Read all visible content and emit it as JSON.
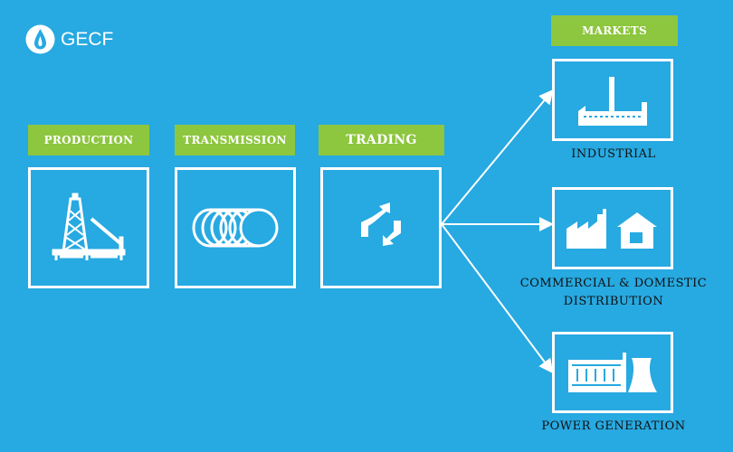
{
  "logo": {
    "text": "GECF"
  },
  "stages": [
    {
      "label": "PRODUCTION",
      "icon": "oil-rig-icon"
    },
    {
      "label": "TRANSMISSION",
      "icon": "pipeline-icon"
    },
    {
      "label": "TRADING",
      "icon": "exchange-arrows-icon"
    }
  ],
  "markets": {
    "title": "MARKETS",
    "items": [
      {
        "caption": "INDUSTRIAL",
        "icon": "factory-icon"
      },
      {
        "caption_line1": "COMMERCIAL & DOMESTIC",
        "caption_line2": "DISTRIBUTION",
        "icon": "factory-house-icon"
      },
      {
        "caption": "POWER GENERATION",
        "icon": "power-plant-icon"
      }
    ]
  },
  "colors": {
    "background": "#27a9e1",
    "label": "#8dc63f",
    "stroke": "#ffffff"
  }
}
